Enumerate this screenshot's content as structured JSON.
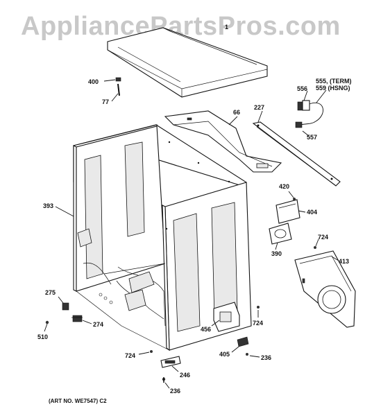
{
  "watermark": "AppliancePartsPros.com",
  "art_number": "(ART NO. WE7547) C2",
  "callouts": {
    "p400": "400",
    "p77": "77",
    "p66": "66",
    "p227": "227",
    "p555": "555, (TERM)",
    "p559": "559 (HSNG)",
    "p556": "556",
    "p557": "557",
    "p420": "420",
    "p404": "404",
    "p390": "390",
    "p724a": "724",
    "p413": "413",
    "p393": "393",
    "p275": "275",
    "p274": "274",
    "p510": "510",
    "p456": "456",
    "p724b": "724",
    "p724c": "724",
    "p405": "405",
    "p236a": "236",
    "p246": "246",
    "p236b": "236"
  }
}
